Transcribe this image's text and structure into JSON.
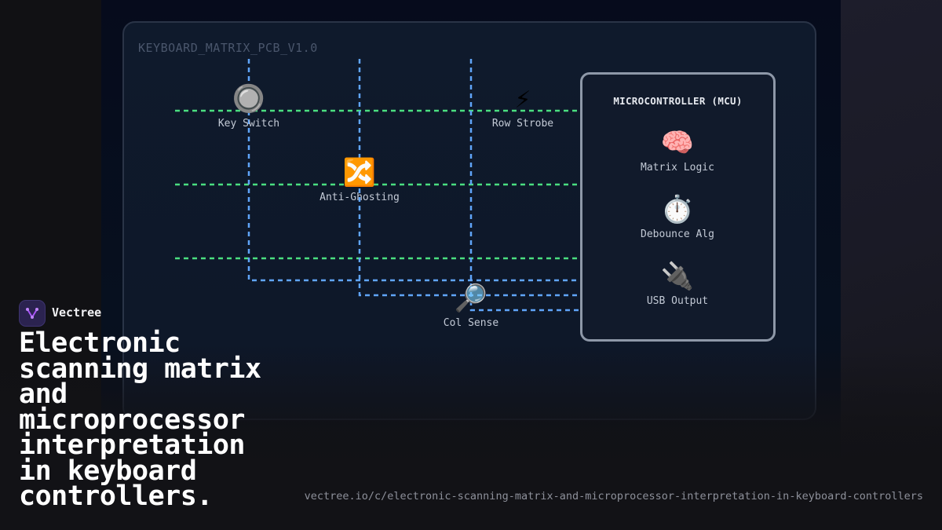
{
  "pcb": {
    "title": "KEYBOARD_MATRIX_PCB_V1.0"
  },
  "nodes": {
    "key_switch": {
      "icon": "🔘",
      "icon_name": "key-switch-icon",
      "label": "Key Switch"
    },
    "row_strobe": {
      "icon": "⚡",
      "icon_name": "lightning-icon",
      "label": "Row Strobe"
    },
    "anti_ghosting": {
      "icon": "🔀",
      "icon_name": "shuffle-icon",
      "label": "Anti-Ghosting"
    },
    "col_sense": {
      "icon": "🔎",
      "icon_name": "magnifier-icon",
      "label": "Col Sense"
    }
  },
  "mcu": {
    "title": "MICROCONTROLLER (MCU)",
    "items": [
      {
        "icon": "🧠",
        "icon_name": "brain-icon",
        "label": "Matrix Logic"
      },
      {
        "icon": "⏱️",
        "icon_name": "stopwatch-icon",
        "label": "Debounce Alg"
      },
      {
        "icon": "🔌",
        "icon_name": "plug-icon",
        "label": "USB Output"
      }
    ]
  },
  "colors": {
    "row_trace": "#4ade80",
    "col_trace": "#60a5fa",
    "mcu_border": "#8e98a8",
    "brand_accent": "#a855f7"
  },
  "brand": {
    "name": "Vectree",
    "logo_icon": "vectree-logo-icon"
  },
  "headline": "Electronic scanning matrix and microprocessor interpretation in keyboard controllers.",
  "url": "vectree.io/c/electronic-scanning-matrix-and-microprocessor-interpretation-in-keyboard-controllers"
}
